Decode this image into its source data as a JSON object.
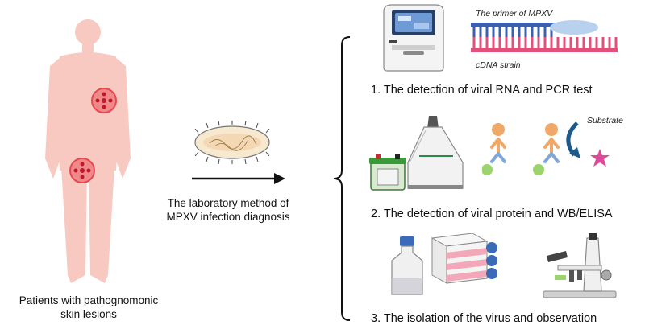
{
  "patient_caption": "Patients with pathognomonic\nskin lesions",
  "method_caption": "The laboratory method of\nMPXV infection diagnosis",
  "steps": [
    "1. The detection of viral RNA and PCR test",
    "2. The detection of viral protein and WB/ELISA",
    "3. The isolation of the virus and observation"
  ],
  "pcr_labels": {
    "primer": "The primer of MPXV",
    "cdna": "cDNA strain"
  },
  "elisa_labels": {
    "substrate": "Substrate"
  },
  "colors": {
    "body": "#f8c9c0",
    "lesion": "#e8474f",
    "dna_blue": "#3d5fb0",
    "dna_pink": "#e0507a",
    "primer": "#b8d1ee",
    "antibody_orange": "#f0a868",
    "antibody_blue": "#7fa8d8",
    "antigen_green": "#9ad46a",
    "arrow_blue": "#1d5b8c",
    "star": "#e04a9a",
    "flask_pink": "#f2a8b8"
  }
}
